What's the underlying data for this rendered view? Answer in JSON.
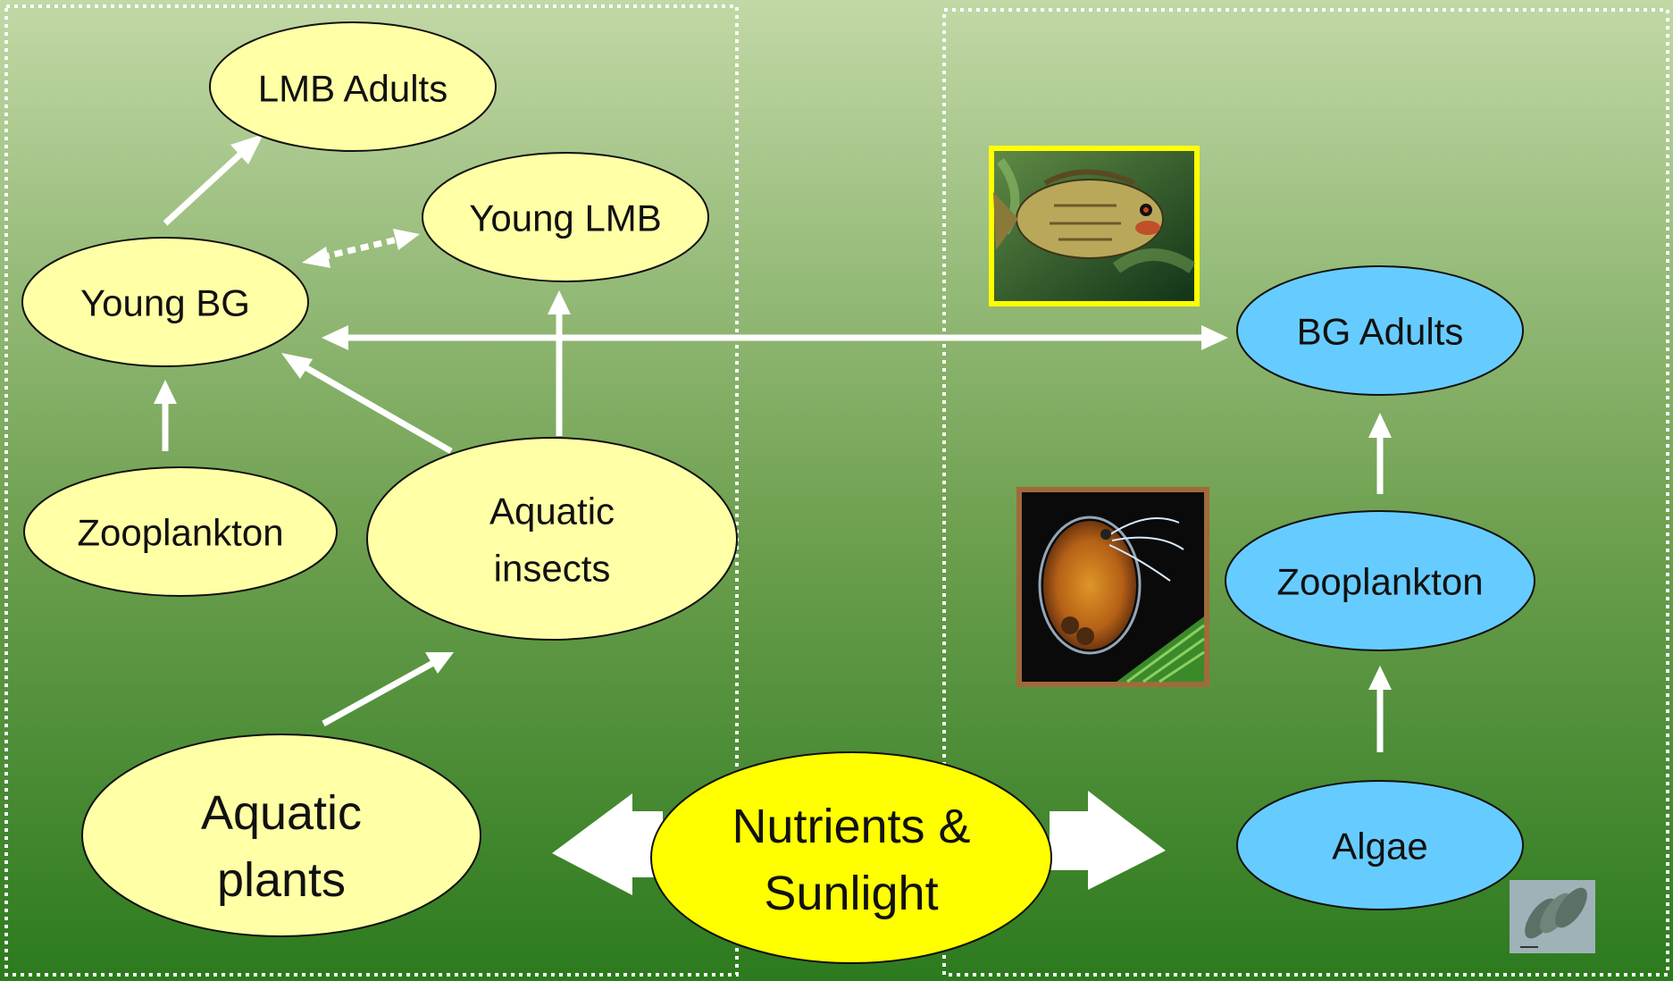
{
  "colors": {
    "background_top": "#c2d8a6",
    "background_bottom": "#2c7a1e",
    "nearshore_node": "#ffffa6",
    "open_water_node": "#66ccff",
    "source_node": "#ffff00",
    "arrow": "#ffffff",
    "zone_border": "#ffffff"
  },
  "nodes": {
    "lmb_adults": "LMB Adults",
    "young_lmb": "Young LMB",
    "young_bg": "Young BG",
    "zooplankton_nearshore": "Zooplankton",
    "aquatic_insects_line1": "Aquatic",
    "aquatic_insects_line2": "insects",
    "aquatic_plants_line1": "Aquatic",
    "aquatic_plants_line2": "plants",
    "nutrients_line1": "Nutrients &",
    "nutrients_line2": "Sunlight",
    "bg_adults": "BG Adults",
    "zooplankton_open": "Zooplankton",
    "algae": "Algae"
  },
  "images": {
    "bluegill_photo": "bluegill-fish-photo",
    "daphnia_photo": "daphnia-zooplankton-photo",
    "algae_photo": "algae-micrograph-photo"
  }
}
